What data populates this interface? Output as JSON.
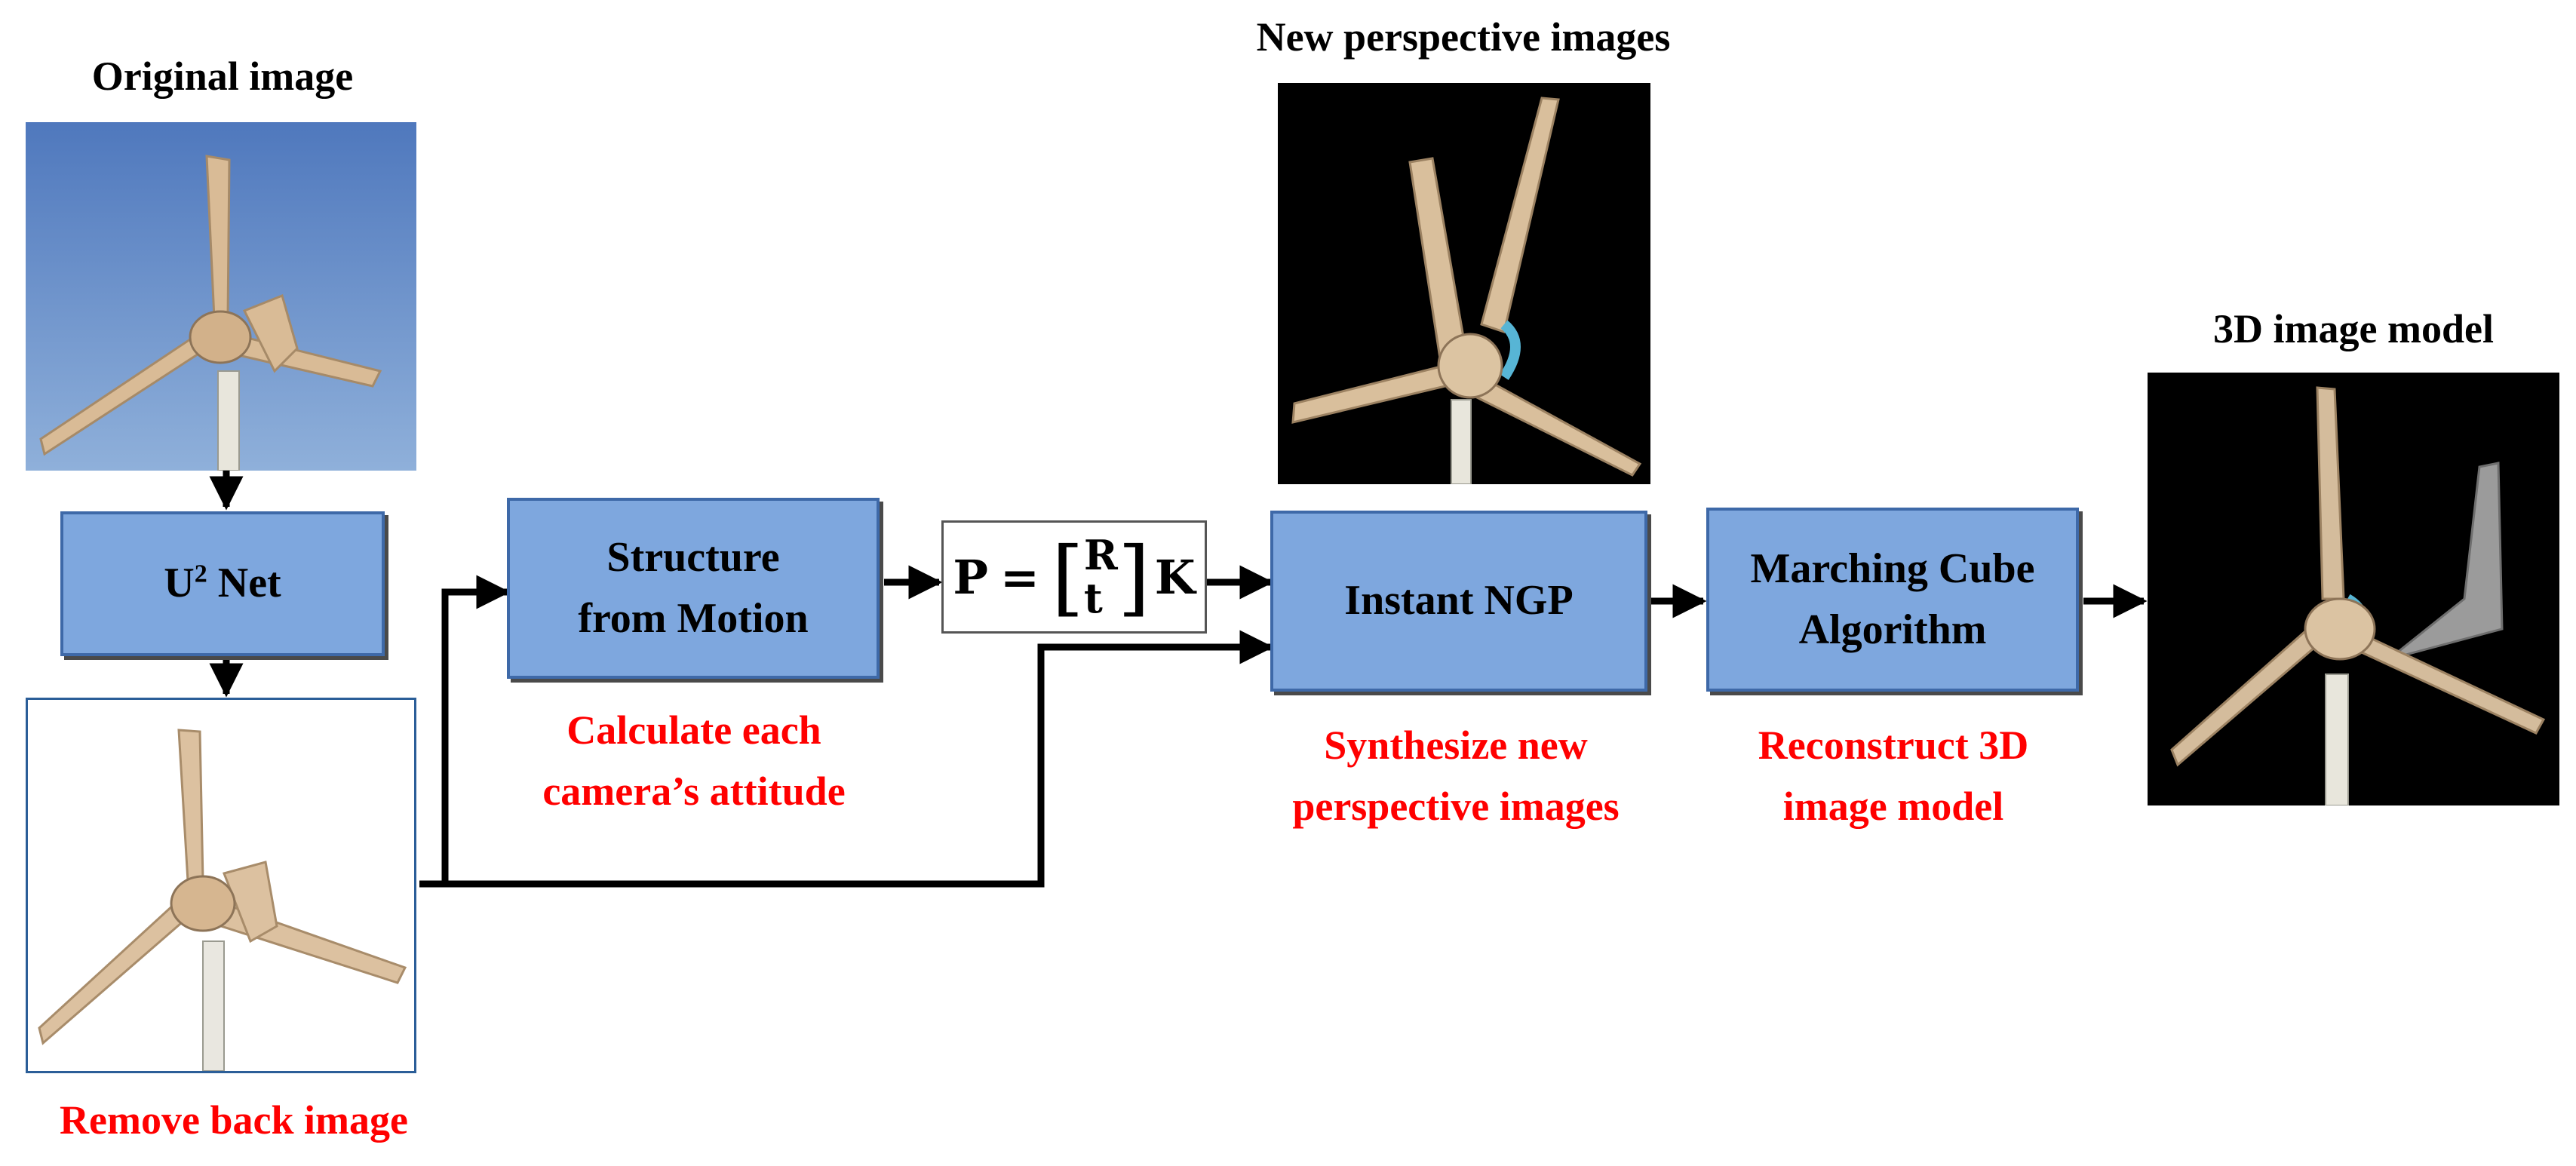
{
  "titles": {
    "original": "Original image",
    "new_perspective": "New perspective images",
    "model_3d": "3D image model"
  },
  "boxes": {
    "u2net_main": "U",
    "u2net_sup": "2",
    "u2net_rest": " Net",
    "sfm_line1": "Structure",
    "sfm_line2": "from Motion",
    "ngp": "Instant NGP",
    "mc_line1": "Marching Cube",
    "mc_line2": "Algorithm"
  },
  "formula": {
    "P": "P",
    "eq": "=",
    "R": "R",
    "t": "t",
    "K": "K"
  },
  "captions": {
    "remove_back": "Remove back image",
    "camera_line1": "Calculate each",
    "camera_line2": "camera’s attitude",
    "synth_line1": "Synthesize new",
    "synth_line2": "perspective images",
    "recon_line1": "Reconstruct 3D",
    "recon_line2": "image model"
  },
  "colors": {
    "box_fill": "#7ea7de",
    "box_border": "#3e69a8",
    "caption_red": "#ff0000",
    "sky": "#5f86c6",
    "blade": "#d9bb96"
  }
}
